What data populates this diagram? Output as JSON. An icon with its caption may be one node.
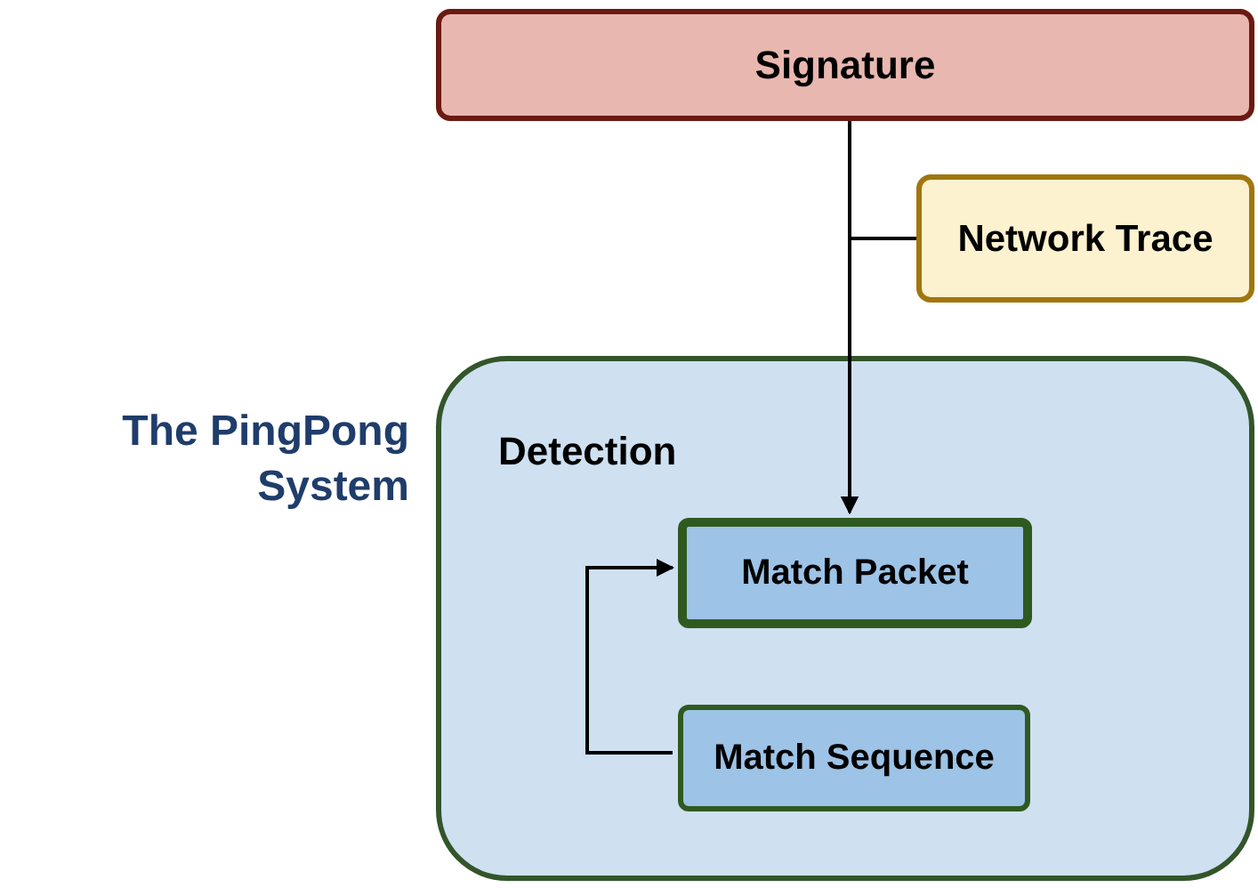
{
  "diagram": {
    "nodes": [
      {
        "text": [
          "Signature"
        ]
      },
      {
        "text": [
          "Network Trace"
        ]
      },
      {
        "text": [
          "Detection"
        ],
        "beside": [
          "The PingPong System"
        ]
      },
      {
        "text": [
          "Match Packet"
        ],
        "in": 2
      },
      {
        "text": [
          "Match Sequence"
        ],
        "in": 2
      }
    ],
    "edges": [
      {
        "from": 0,
        "to": 3,
        "arrow": "to"
      },
      {
        "from": 1,
        "to": 3,
        "arrow": "to"
      },
      {
        "from": 4,
        "to": 3,
        "arrow": "to"
      }
    ]
  }
}
